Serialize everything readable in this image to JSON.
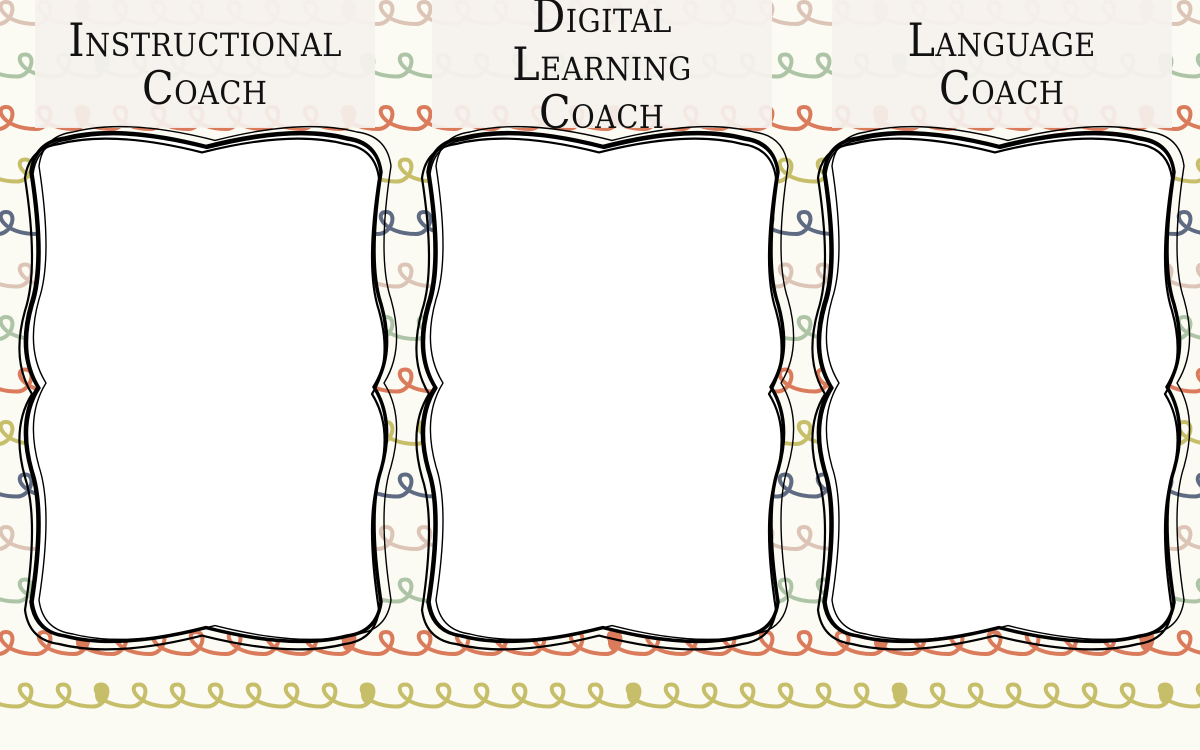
{
  "colors": {
    "background": "#fbfaf3",
    "loop_colors": [
      "#dcc5b7",
      "#adc5a6",
      "#da7b5b",
      "#c7be6a",
      "#5e6b82"
    ],
    "frame_stroke": "#000000",
    "title_box": "#f4f1ee"
  },
  "panels": [
    {
      "title_line1": "Instructional",
      "title_line2": "Coach"
    },
    {
      "title_line1": "Digital Learning",
      "title_line2": "Coach"
    },
    {
      "title_line1": "Language",
      "title_line2": "Coach"
    }
  ]
}
